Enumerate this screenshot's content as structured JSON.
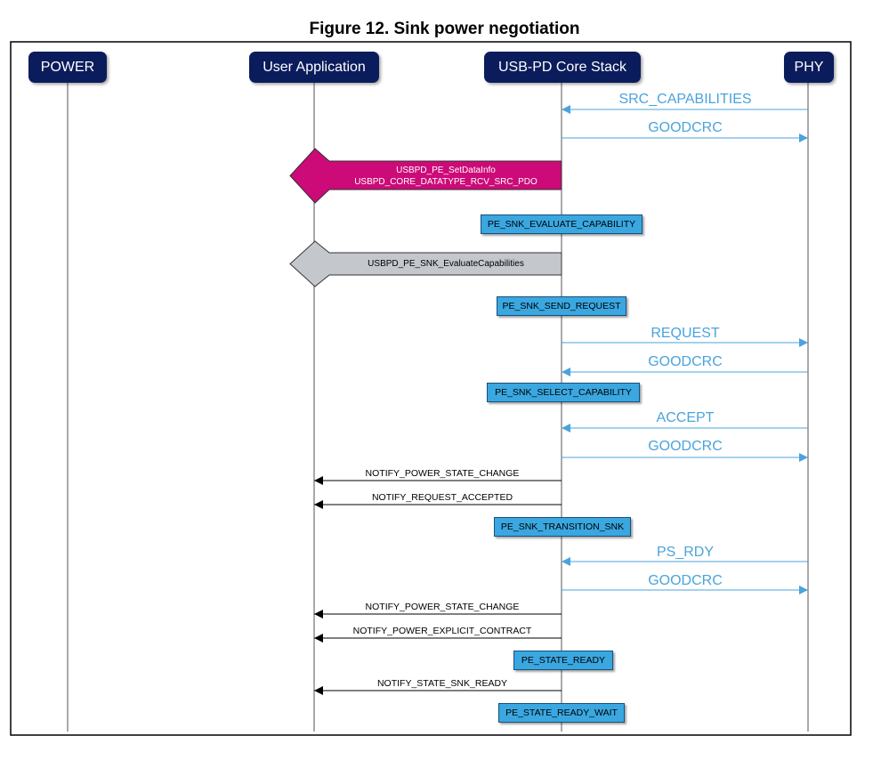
{
  "title": "Figure 12. Sink power negotiation",
  "lanes": [
    {
      "id": "power",
      "label": "POWER"
    },
    {
      "id": "app",
      "label": "User Application"
    },
    {
      "id": "core",
      "label": "USB-PD Core Stack"
    },
    {
      "id": "phy",
      "label": "PHY"
    }
  ],
  "phy_messages": [
    {
      "label": "SRC_CAPABILITIES",
      "direction": "to-core"
    },
    {
      "label": "GOODCRC",
      "direction": "to-phy"
    },
    {
      "label": "REQUEST",
      "direction": "to-phy"
    },
    {
      "label": "GOODCRC",
      "direction": "to-core"
    },
    {
      "label": "ACCEPT",
      "direction": "to-core"
    },
    {
      "label": "GOODCRC",
      "direction": "to-phy"
    },
    {
      "label": "PS_RDY",
      "direction": "to-core"
    },
    {
      "label": "GOODCRC",
      "direction": "to-phy"
    }
  ],
  "callouts": [
    {
      "lines": [
        "USBPD_PE_SetDataInfo",
        "USBPD_CORE_DATATYPE_RCV_SRC_PDO"
      ],
      "color": "#cc0a78",
      "text_color": "#ffffff"
    },
    {
      "lines": [
        "USBPD_PE_SNK_EvaluateCapabilities"
      ],
      "color": "#c4c8cc",
      "text_color": "#000000"
    }
  ],
  "states": [
    "PE_SNK_EVALUATE_CAPABILITY",
    "PE_SNK_SEND_REQUEST",
    "PE_SNK_SELECT_CAPABILITY",
    "PE_SNK_TRANSITION_SNK",
    "PE_STATE_READY",
    "PE_STATE_READY_WAIT"
  ],
  "app_messages": [
    "NOTIFY_POWER_STATE_CHANGE",
    "NOTIFY_REQUEST_ACCEPTED",
    "NOTIFY_POWER_STATE_CHANGE",
    "NOTIFY_POWER_EXPLICIT_CONTRACT",
    "NOTIFY_STATE_SNK_READY"
  ],
  "colors": {
    "header": "#0b1c5c",
    "phy_arrow": "#4aa3dc",
    "state_box": "#3aa7e0",
    "app_arrow": "#000000"
  }
}
